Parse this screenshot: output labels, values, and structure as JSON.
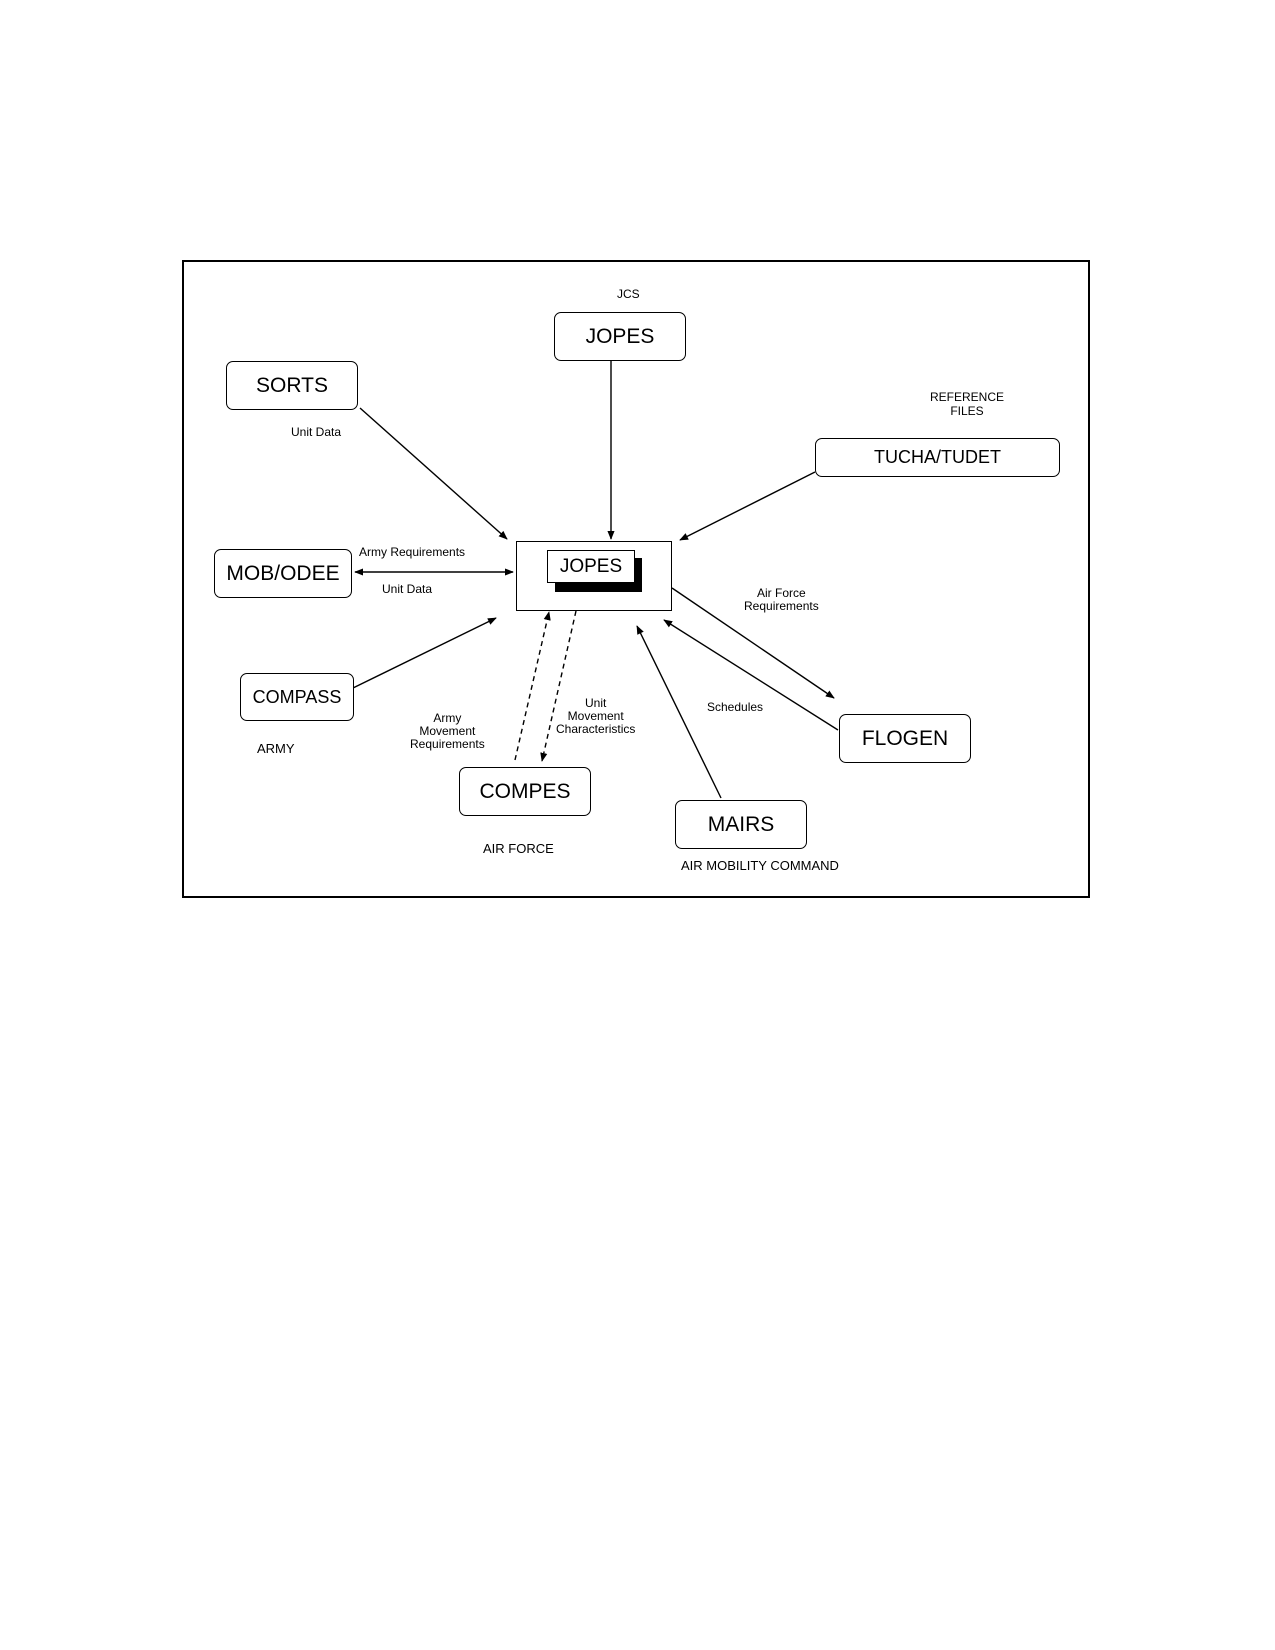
{
  "center": {
    "label": "JOPES"
  },
  "nodes": {
    "jopes_top": "JOPES",
    "sorts": "SORTS",
    "tucha": "TUCHA/TUDET",
    "mob": "MOB/ODEE",
    "compass": "COMPASS",
    "compes": "COMPES",
    "mairs": "MAIRS",
    "flogen": "FLOGEN"
  },
  "groups": {
    "jcs": "JCS",
    "reference": [
      "REFERENCE",
      "FILES"
    ],
    "army": "ARMY",
    "air_force": "AIR FORCE",
    "amc": "AIR MOBILITY COMMAND"
  },
  "labels": {
    "unit_data_sorts": "Unit Data",
    "army_requirements": "Army Requirements",
    "unit_data_mob": "Unit Data",
    "air_force_requirements": [
      "Air Force",
      "Requirements"
    ],
    "schedules": "Schedules",
    "army_movement": [
      "Army",
      "Movement",
      "Requirements"
    ],
    "unit_movement": [
      "Unit",
      "Movement",
      "Characteristics"
    ]
  }
}
